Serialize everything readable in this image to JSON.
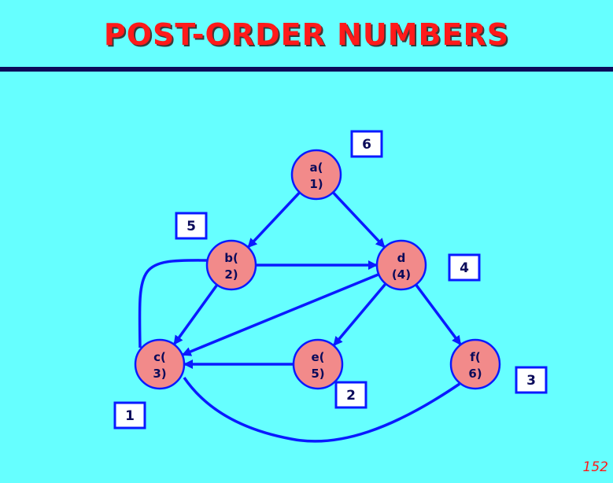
{
  "title": "POST-ORDER NUMBERS",
  "page_number": "152",
  "colors": {
    "background": "#66ffff",
    "title": "#ff1a1a",
    "rule": "#0b0b5a",
    "node_fill": "#f28a8a",
    "edge": "#0a1aff",
    "box_border": "#0a1aff",
    "text": "#0b0b5a"
  },
  "nodes": [
    {
      "id": "a",
      "line1": "a(",
      "line2": "1)"
    },
    {
      "id": "b",
      "line1": "b(",
      "line2": "2)"
    },
    {
      "id": "c",
      "line1": "c(",
      "line2": "3)"
    },
    {
      "id": "d",
      "line1": "d",
      "line2": "(4)"
    },
    {
      "id": "e",
      "line1": "e(",
      "line2": "5)"
    },
    {
      "id": "f",
      "line1": "f(",
      "line2": "6)"
    }
  ],
  "postorder_boxes": [
    {
      "node": "a",
      "value": "6"
    },
    {
      "node": "b",
      "value": "5"
    },
    {
      "node": "c",
      "value": "1"
    },
    {
      "node": "d",
      "value": "4"
    },
    {
      "node": "e",
      "value": "2"
    },
    {
      "node": "f",
      "value": "3"
    }
  ],
  "edges": [
    {
      "from": "a",
      "to": "b",
      "kind": "tree"
    },
    {
      "from": "a",
      "to": "d",
      "kind": "tree"
    },
    {
      "from": "b",
      "to": "d",
      "kind": "cross"
    },
    {
      "from": "b",
      "to": "c",
      "kind": "tree"
    },
    {
      "from": "b",
      "to": "c",
      "kind": "curved"
    },
    {
      "from": "d",
      "to": "c",
      "kind": "cross"
    },
    {
      "from": "d",
      "to": "e",
      "kind": "tree"
    },
    {
      "from": "d",
      "to": "f",
      "kind": "tree"
    },
    {
      "from": "e",
      "to": "c",
      "kind": "cross"
    },
    {
      "from": "f",
      "to": "c",
      "kind": "curved"
    }
  ]
}
